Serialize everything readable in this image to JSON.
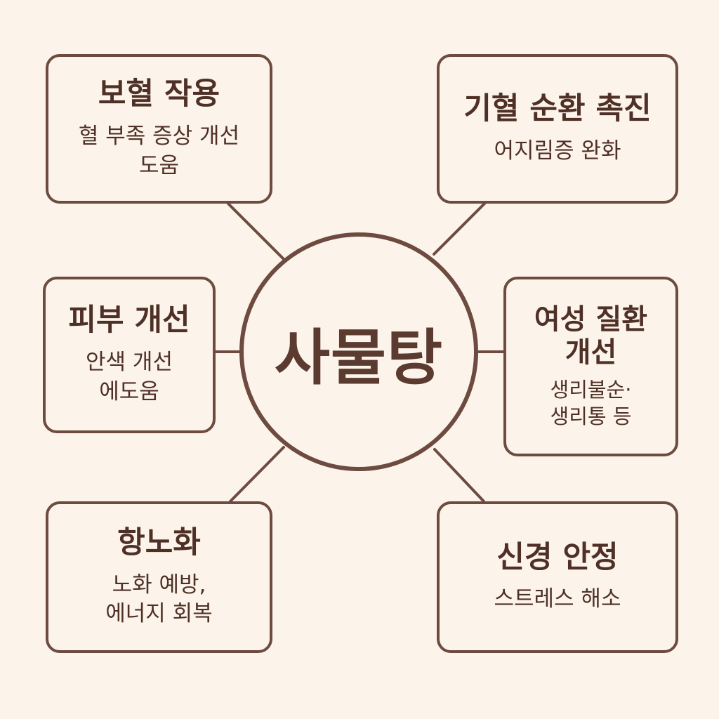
{
  "center": {
    "title": "사물탕"
  },
  "nodes": [
    {
      "id": "blood-tonic",
      "title": "보혈 작용",
      "description": "혈 부족 증상 개선\n도움"
    },
    {
      "id": "circulation",
      "title": "기혈 순환 촉진",
      "description": "어지림증 완화"
    },
    {
      "id": "skin",
      "title": "피부 개선",
      "description": "안색 개선\n에도움"
    },
    {
      "id": "women-health",
      "title": "여성 질환\n개선",
      "description": "생리불순·\n생리통 등"
    },
    {
      "id": "anti-aging",
      "title": "항노화",
      "description": "노화 예방,\n에너지 회복"
    },
    {
      "id": "nerve",
      "title": "신경 안정",
      "description": "스트레스 해소"
    }
  ],
  "colors": {
    "background": "#fcf4ea",
    "outline": "#6e4b40",
    "text": "#4f3027"
  }
}
